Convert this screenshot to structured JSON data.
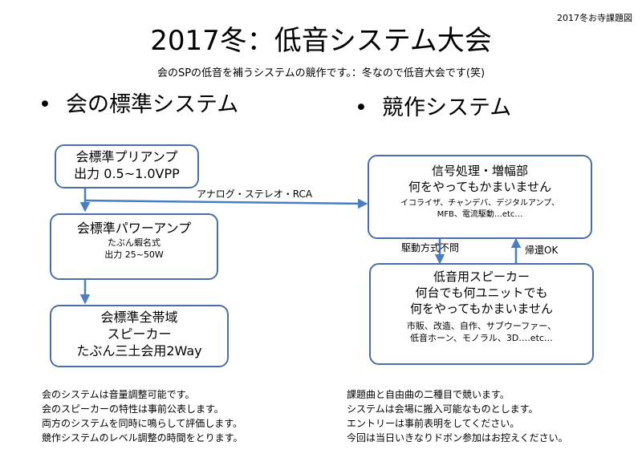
{
  "corner_label": "2017冬お寺課題図",
  "title": "2017冬：低音システム大会",
  "subtitle": "会のSPの低音を補うシステムの競作です。：冬なので低音大会です(笑)",
  "left_section": {
    "heading": "会の標準システム",
    "preamp": {
      "title": "会標準プリアンプ",
      "spec": "出力 0.5~1.0VPP"
    },
    "poweramp": {
      "title": "会標準パワーアンプ",
      "note": "たぶん蝦名式",
      "spec": "出力 25~50W"
    },
    "speaker": {
      "line1": "会標準全帯域",
      "line2": "スピーカー",
      "line3": "たぶん三土会用2Way"
    },
    "notes": [
      "会のシステムは音量調整可能です。",
      "会のスピーカーの特性は事前公表します。",
      "両方のシステムを同時に鳴らして評価します。",
      "競作システムのレベル調整の時間をとります。"
    ]
  },
  "right_section": {
    "heading": "競作システム",
    "processor": {
      "title": "信号処理・増幅部",
      "subtitle": "何をやってもかまいません",
      "examples1": "イコライザ、チャンデバ、デジタルアンプ、",
      "examples2": "MFB、電流駆動…etc…"
    },
    "speaker": {
      "title": "低音用スピーカー",
      "line2": "何台でも何ユニットでも",
      "line3": "何をやってもかまいません",
      "examples1": "市販、改造、自作、サブウーファー、",
      "examples2": "低音ホーン、モノラル、3D….etc…"
    },
    "notes": [
      "課題曲と自由曲の二種目で競います。",
      "システムは会場に搬入可能なものとします。",
      "エントリーは事前表明をしてください。",
      "今回は当日いきなりドボン参加はお控えください。"
    ]
  },
  "connections": {
    "analog_label": "アナログ・ステレオ・RCA",
    "drive_label": "駆動方式不問",
    "feedback_label": "帰還OK"
  },
  "colors": {
    "box_border": "#4a6fa5",
    "arrow": "#4a7ec2"
  }
}
